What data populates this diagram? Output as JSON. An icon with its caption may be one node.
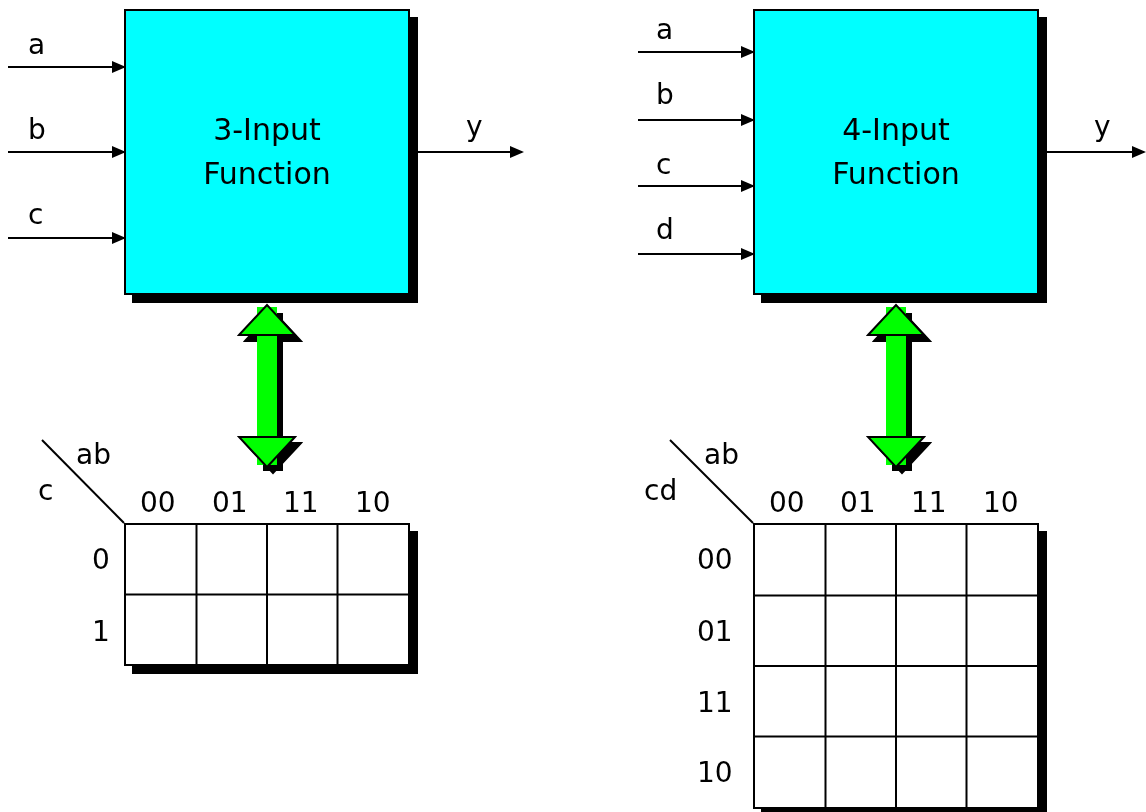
{
  "diagram": {
    "nodes": [
      {
        "text": [
          "3-Input Function"
        ]
      },
      {
        "text": [],
        "shape": "table"
      },
      {
        "text": [
          "4-Input Function"
        ]
      },
      {
        "text": [],
        "shape": "table"
      }
    ],
    "edges": [
      {
        "from": null,
        "to": 0,
        "arrow": "to",
        "label": "a"
      },
      {
        "from": null,
        "to": 0,
        "arrow": "to",
        "label": "b"
      },
      {
        "from": null,
        "to": 0,
        "arrow": "to",
        "label": "c"
      },
      {
        "from": 0,
        "to": null,
        "arrow": "to",
        "label": "y"
      },
      {
        "from": 0,
        "to": 1,
        "arrow": "both",
        "style": "thick",
        "color": "#00ff00"
      },
      {
        "from": null,
        "to": 2,
        "arrow": "to",
        "label": "a"
      },
      {
        "from": null,
        "to": 2,
        "arrow": "to",
        "label": "b"
      },
      {
        "from": null,
        "to": 2,
        "arrow": "to",
        "label": "c"
      },
      {
        "from": null,
        "to": 2,
        "arrow": "to",
        "label": "d"
      },
      {
        "from": 2,
        "to": null,
        "arrow": "to",
        "label": "y"
      },
      {
        "from": 2,
        "to": 3,
        "arrow": "both",
        "style": "thick",
        "color": "#00ff00"
      }
    ],
    "labels": [
      "ab",
      "c",
      "00",
      "01",
      "11",
      "10",
      "0",
      "1",
      "ab",
      "cd",
      "00",
      "01",
      "11",
      "10",
      "00",
      "01",
      "11",
      "10"
    ]
  }
}
